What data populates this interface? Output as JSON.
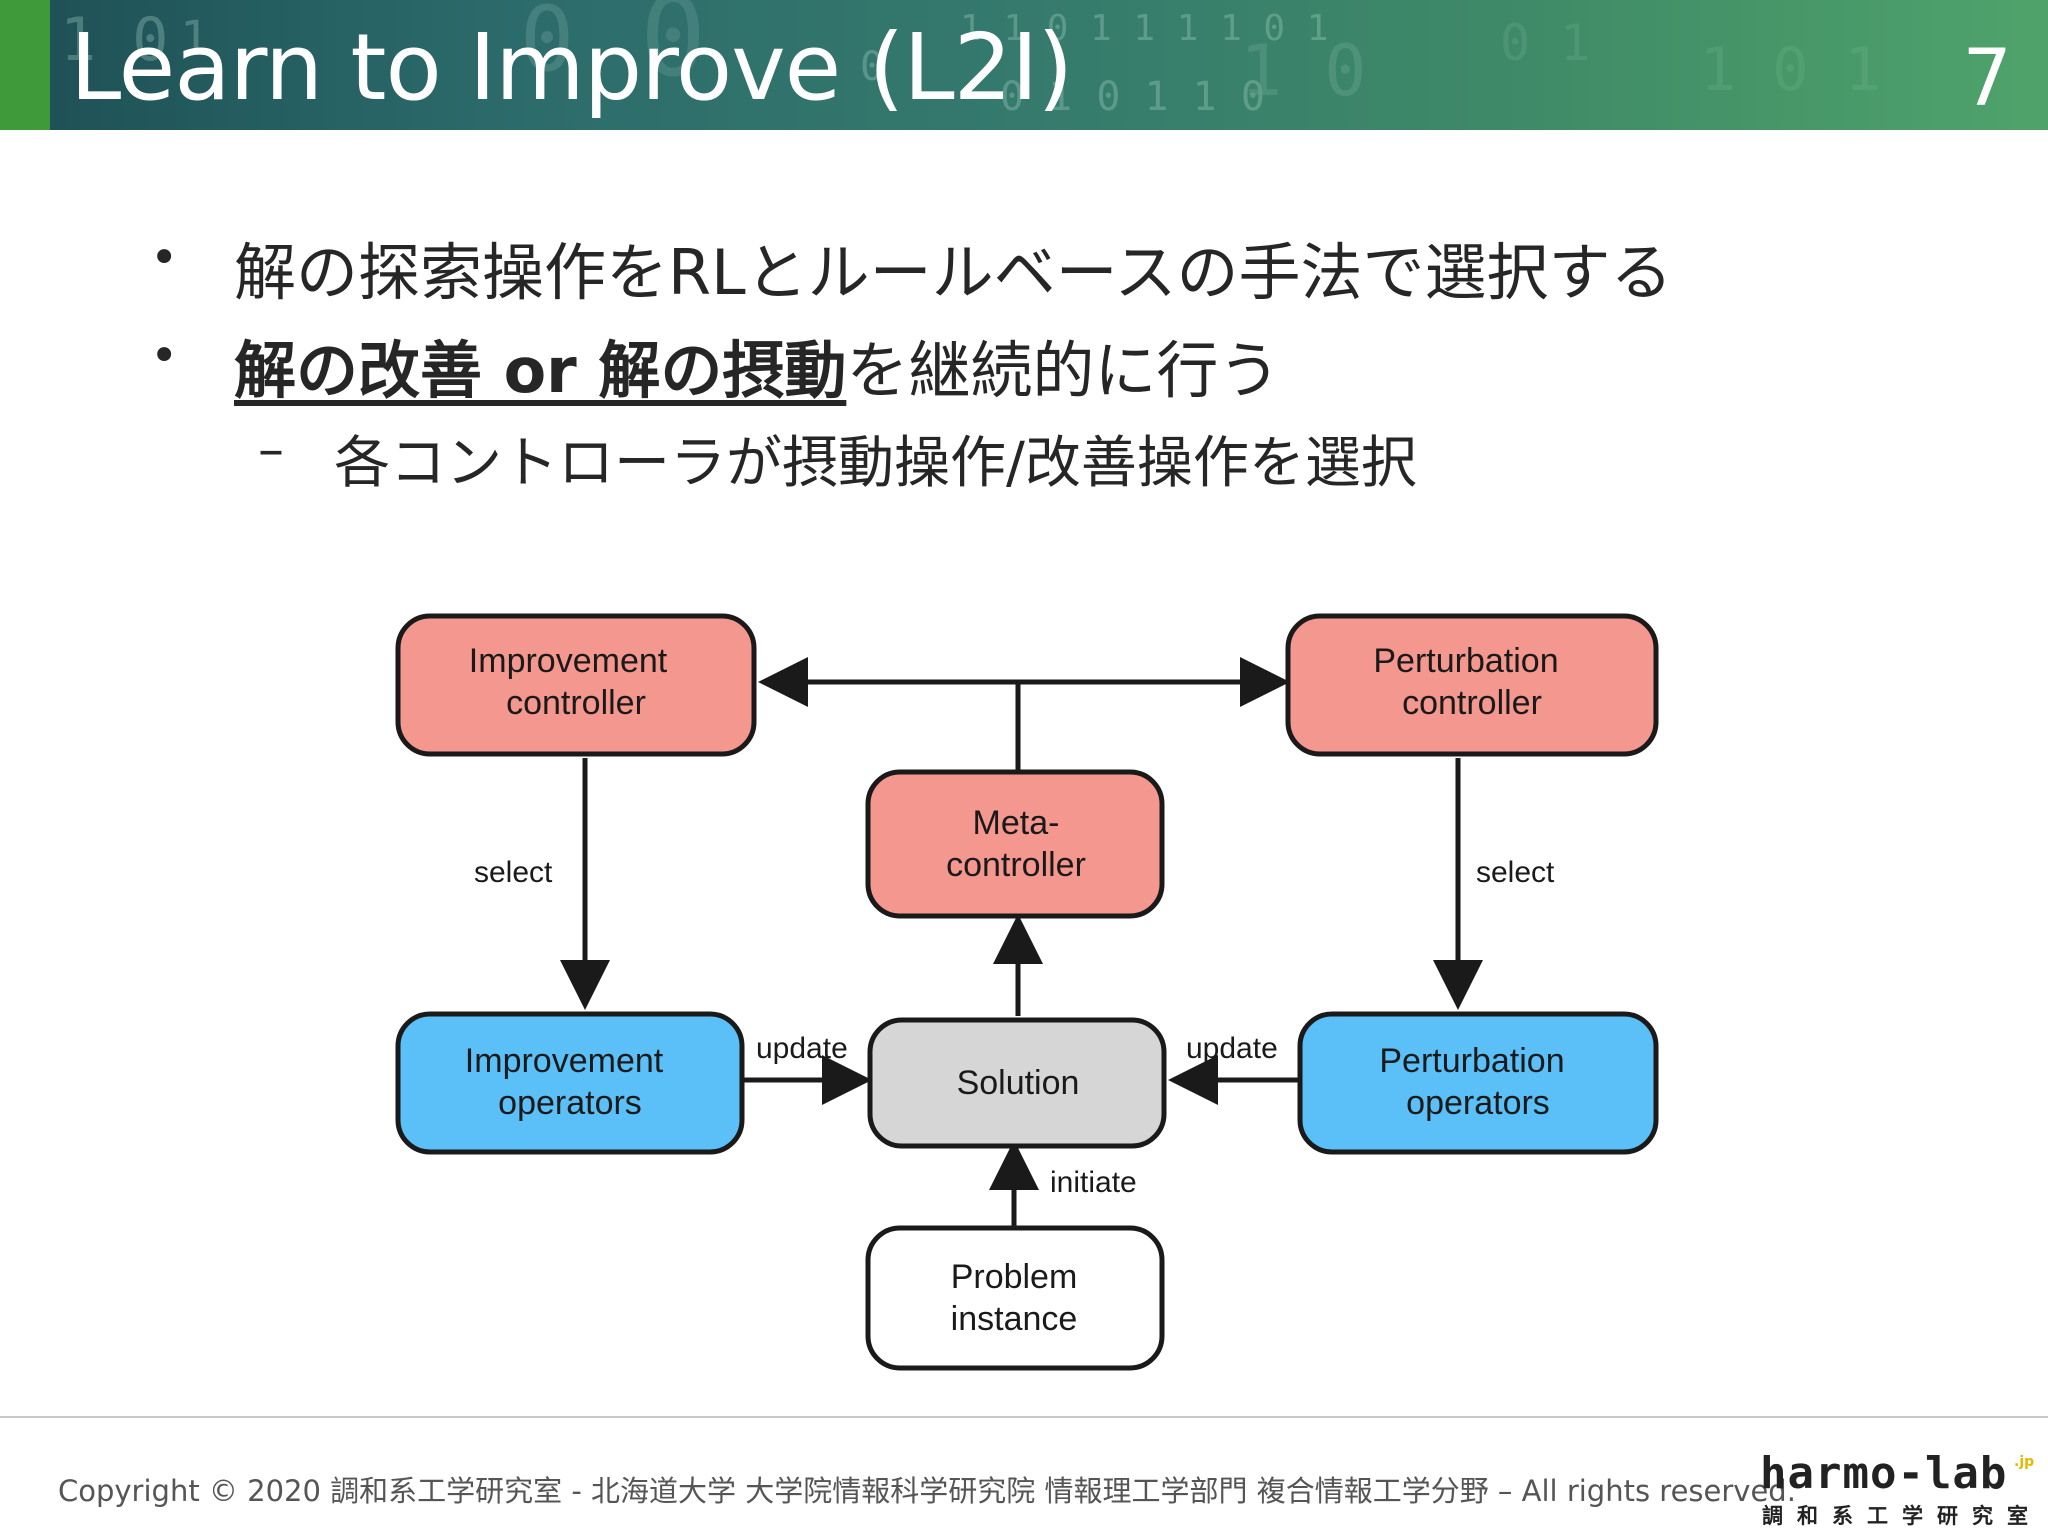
{
  "slide": {
    "title": "Learn to Improve (L2I)",
    "page_number": "7"
  },
  "bullets": {
    "b1_text": "解の探索操作をRLとルールベースの手法で選択する",
    "b2_strong": "解の改善 or 解の摂動",
    "b2_rest": "を継続的に行う",
    "b3_text": "各コントローラが摂動操作/改善操作を選択",
    "bullet_symbol": "•",
    "sub_bullet_symbol": "–"
  },
  "diagram": {
    "nodes": {
      "improvement_controller": [
        "Improvement",
        "controller"
      ],
      "perturbation_controller": [
        "Perturbation",
        "controller"
      ],
      "meta_controller": [
        "Meta-",
        "controller"
      ],
      "improvement_operators": [
        "Improvement",
        "operators"
      ],
      "solution": [
        "Solution"
      ],
      "perturbation_operators": [
        "Perturbation",
        "operators"
      ],
      "problem_instance": [
        "Problem",
        "instance"
      ]
    },
    "edge_labels": {
      "select_left": "select",
      "select_right": "select",
      "update_left": "update",
      "update_right": "update",
      "initiate": "initiate"
    },
    "colors": {
      "controller_fill": "#f4978e",
      "operator_fill": "#5bbff8",
      "solution_fill": "#d6d6d6",
      "problem_fill": "#ffffff",
      "stroke": "#1a1a1a"
    }
  },
  "footer": {
    "copyright": "Copyright © 2020 調和系工学研究室 - 北海道大学 大学院情報科学研究院 情報理工学部門 複合情報工学分野 – All rights reserved.",
    "logo": "harmo-lab",
    "logo_suffix": ".jp",
    "logo_sub": "調和系工学研究室"
  },
  "header_colors": {
    "accent": "#3f9a3a",
    "bar": "#2c6b6b"
  }
}
